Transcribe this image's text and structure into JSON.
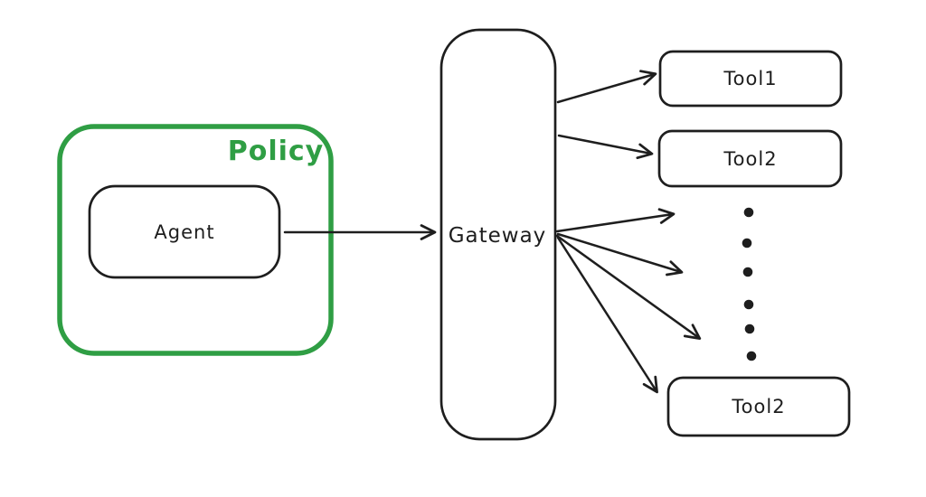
{
  "canvas": {
    "background": "#ffffff",
    "stroke_color": "#1e1e1e",
    "accent_color": "#2f9e44"
  },
  "nodes": {
    "policy": {
      "label": "Policy",
      "type": "boundary-container"
    },
    "agent": {
      "label": "Agent",
      "type": "box"
    },
    "gateway": {
      "label": "Gateway",
      "type": "box"
    },
    "tool1": {
      "label": "Tool1",
      "type": "box"
    },
    "tool2": {
      "label": "Tool2",
      "type": "box"
    },
    "tool_bottom": {
      "label": "Tool2",
      "type": "box"
    }
  },
  "edges": [
    {
      "from": "agent",
      "to": "gateway"
    },
    {
      "from": "gateway",
      "to": "tool1"
    },
    {
      "from": "gateway",
      "to": "tool2"
    },
    {
      "from": "gateway",
      "to": "ellipsis-item-1"
    },
    {
      "from": "gateway",
      "to": "ellipsis-item-2"
    },
    {
      "from": "gateway",
      "to": "ellipsis-item-3"
    },
    {
      "from": "gateway",
      "to": "tool_bottom"
    }
  ],
  "ellipsis": {
    "dot_count": 6,
    "orientation": "vertical"
  }
}
